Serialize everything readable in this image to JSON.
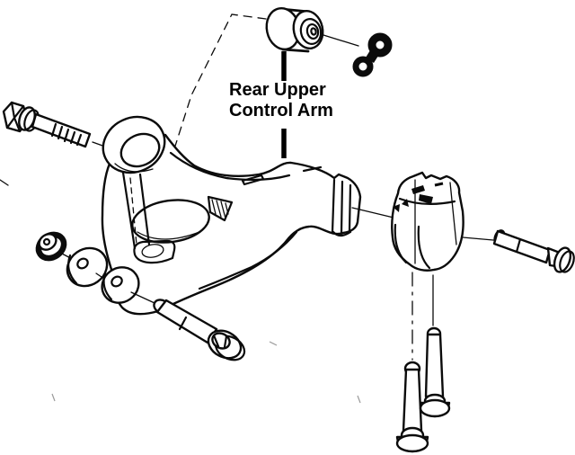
{
  "diagram": {
    "label": {
      "line1": "Rear Upper",
      "line2": "Control Arm"
    },
    "colors": {
      "line": "#0b0b0b",
      "background": "#ffffff",
      "label_text": "#000000"
    },
    "parts": [
      "bushing",
      "retainer-clip",
      "front-pivot-bolt",
      "control-arm",
      "flange-nut",
      "cam-washer",
      "cam-plate",
      "lower-cam-bolt",
      "adjuster-bracket",
      "rear-pivot-bolt",
      "mounting-bolt-left",
      "mounting-bolt-right"
    ]
  }
}
